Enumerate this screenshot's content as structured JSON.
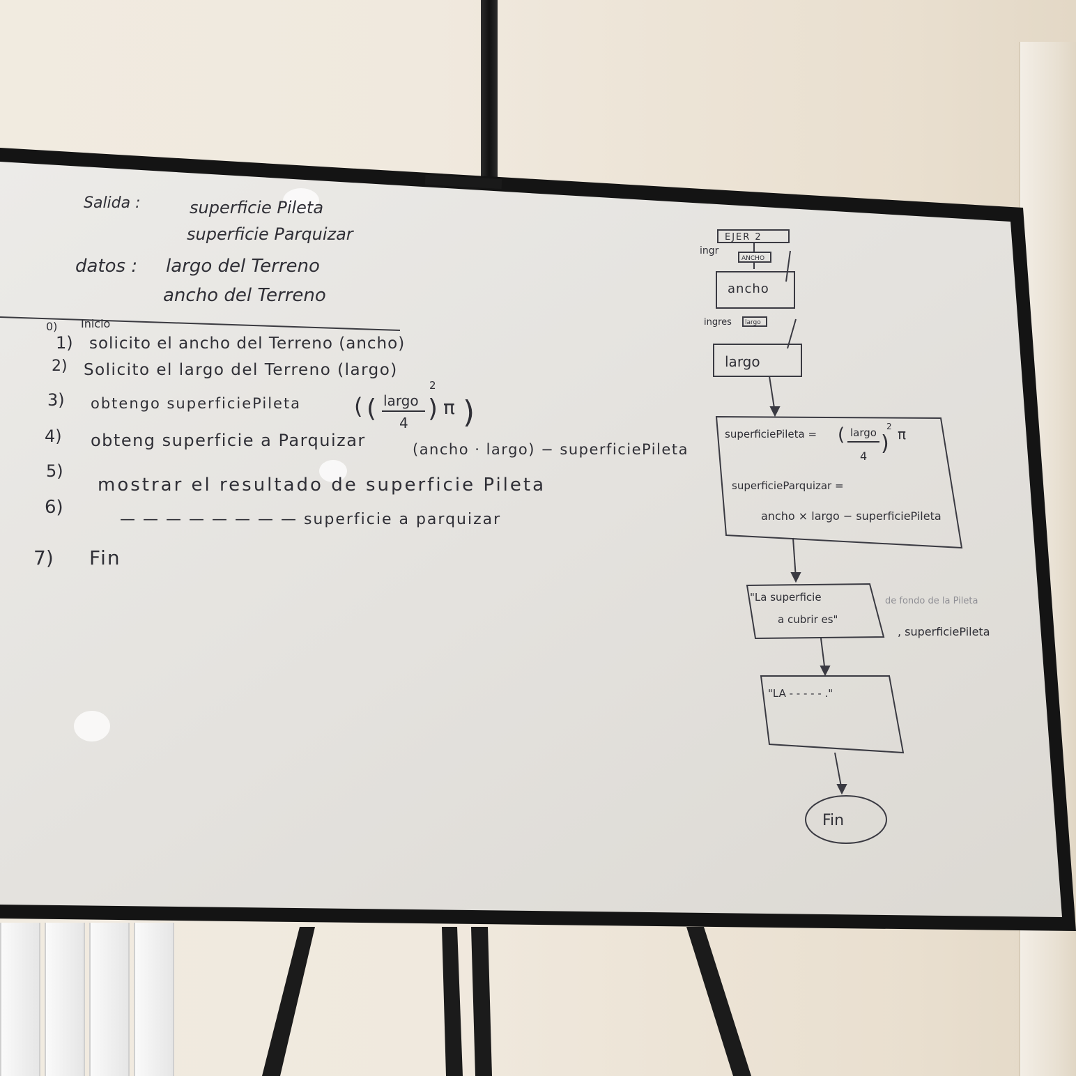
{
  "whiteboard": {
    "header": {
      "salida_label": "Salida :",
      "salida_items": [
        "superficie Pileta",
        "superficie Parquizar"
      ],
      "datos_label": "datos :",
      "datos_items": [
        "largo del Terreno",
        "ancho del Terreno"
      ]
    },
    "steps": [
      {
        "n": "0)",
        "text": "Inicio"
      },
      {
        "n": "1)",
        "text": "solicito el ancho del Terreno (ancho)"
      },
      {
        "n": "2)",
        "text": "Solicito el largo del Terreno (largo)"
      },
      {
        "n": "3)",
        "text": "obtengo superficiePileta"
      },
      {
        "n": "4)",
        "text": "obteng superficie a Parquizar"
      },
      {
        "n": "5)",
        "text": "mostrar el resultado de superficie Pileta"
      },
      {
        "n": "6)",
        "text": "— — — — — — — —   superficie a parquizar"
      },
      {
        "n": "7)",
        "text": "Fin"
      }
    ],
    "step3_formula": {
      "num": "largo",
      "den": "4",
      "exp": "2",
      "pi": "π"
    },
    "step4_formula": "(ancho · largo) − superficiePileta",
    "flowchart": {
      "start": "EJER 2",
      "input1_prefix": "ingr",
      "input1_tag": "ANCHO",
      "box1": "ancho",
      "input2_prefix": "ingres",
      "input2_tag": "largo",
      "box2": "largo",
      "process_line1": "superficiePileta =",
      "process_num": "largo",
      "process_den": "4",
      "process_exp": "2",
      "process_pi": "π",
      "process_line2": "superficieParquizar =",
      "process_line3": "ancho × largo − superficiePileta",
      "output1_line1": "\"La superficie",
      "output1_line2": "a cubrir es\"",
      "output1_side1": "de fondo de la Pileta",
      "output1_side2": ", superficiePileta",
      "output2": "\"LA - - - - - .\"",
      "end": "Fin"
    }
  }
}
